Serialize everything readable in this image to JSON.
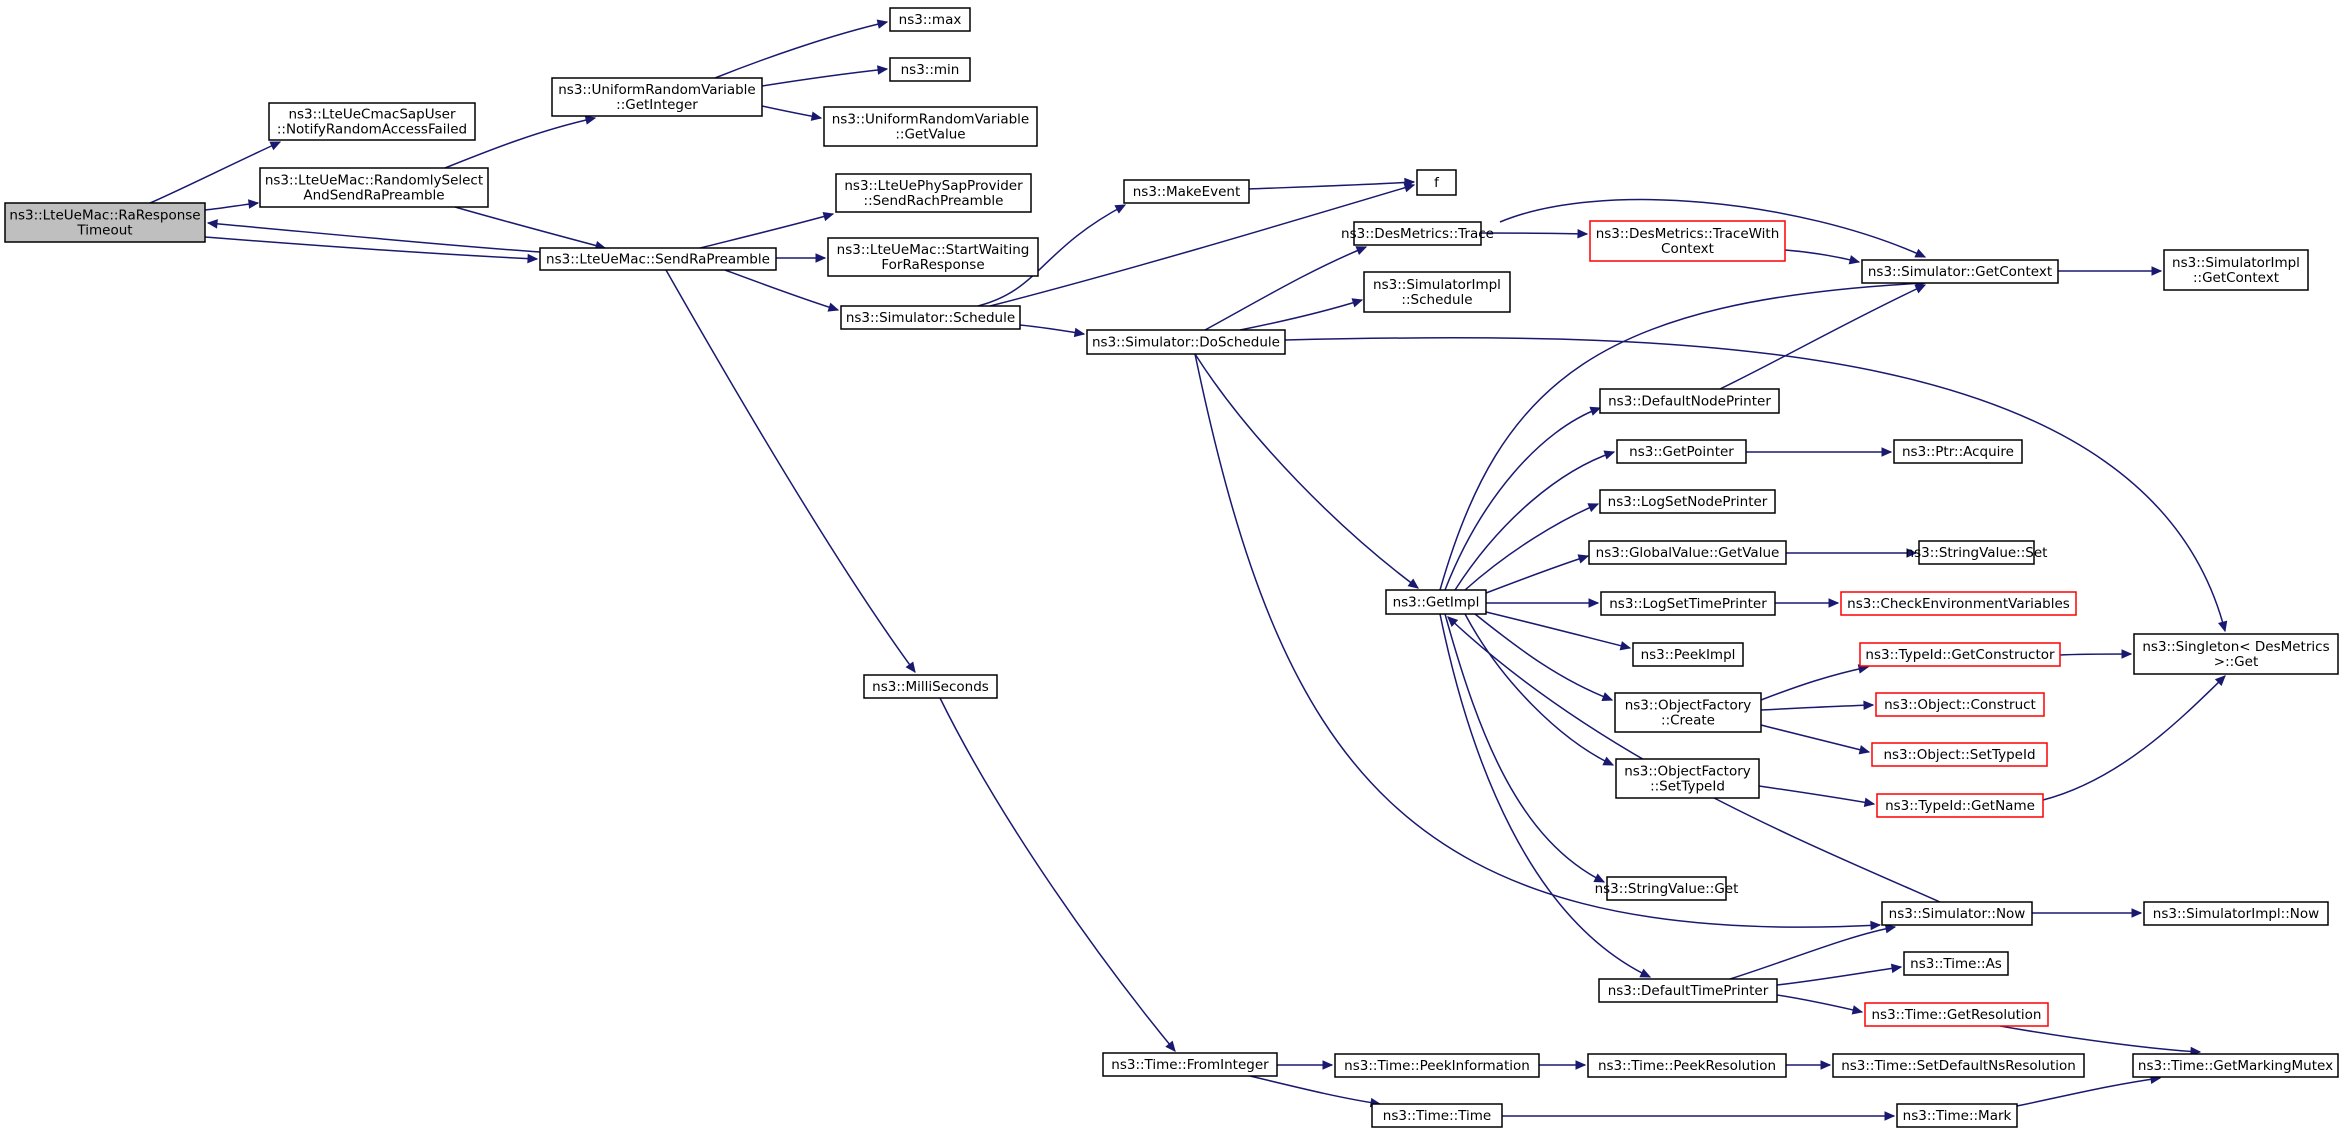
{
  "diagram": {
    "type": "call-graph",
    "colors": {
      "edge": "#191970",
      "root_fill": "#bfbfbf",
      "truncated_border": "#ff0000"
    },
    "nodes": [
      {
        "id": "rart",
        "lines": [
          "ns3::LteUeMac::RaResponse",
          "Timeout"
        ],
        "root": true
      },
      {
        "id": "notify",
        "lines": [
          "ns3::LteUeCmacSapUser",
          "::NotifyRandomAccessFailed"
        ]
      },
      {
        "id": "rsend",
        "lines": [
          "ns3::LteUeMac::RandomlySelect",
          "AndSendRaPreamble"
        ]
      },
      {
        "id": "urvgi",
        "lines": [
          "ns3::UniformRandomVariable",
          "::GetInteger"
        ]
      },
      {
        "id": "max",
        "lines": [
          "ns3::max"
        ]
      },
      {
        "id": "min",
        "lines": [
          "ns3::min"
        ]
      },
      {
        "id": "urvgv",
        "lines": [
          "ns3::UniformRandomVariable",
          "::GetValue"
        ]
      },
      {
        "id": "srp",
        "lines": [
          "ns3::LteUeMac::SendRaPreamble"
        ]
      },
      {
        "id": "srach",
        "lines": [
          "ns3::LteUePhySapProvider",
          "::SendRachPreamble"
        ]
      },
      {
        "id": "swait",
        "lines": [
          "ns3::LteUeMac::StartWaiting",
          "ForRaResponse"
        ]
      },
      {
        "id": "sched",
        "lines": [
          "ns3::Simulator::Schedule"
        ]
      },
      {
        "id": "mkev",
        "lines": [
          "ns3::MakeEvent"
        ]
      },
      {
        "id": "f",
        "lines": [
          "f"
        ]
      },
      {
        "id": "dssch",
        "lines": [
          "ns3::Simulator::DoSchedule"
        ]
      },
      {
        "id": "dmt",
        "lines": [
          "ns3::DesMetrics::Trace"
        ]
      },
      {
        "id": "dmtwc",
        "lines": [
          "ns3::DesMetrics::TraceWith",
          "Context"
        ],
        "truncated": true
      },
      {
        "id": "simpls",
        "lines": [
          "ns3::SimulatorImpl",
          "::Schedule"
        ]
      },
      {
        "id": "sgc",
        "lines": [
          "ns3::Simulator::GetContext"
        ]
      },
      {
        "id": "simplgc",
        "lines": [
          "ns3::SimulatorImpl",
          "::GetContext"
        ]
      },
      {
        "id": "dnp",
        "lines": [
          "ns3::DefaultNodePrinter"
        ]
      },
      {
        "id": "gptr",
        "lines": [
          "ns3::GetPointer"
        ]
      },
      {
        "id": "pacq",
        "lines": [
          "ns3::Ptr::Acquire"
        ]
      },
      {
        "id": "lsnp",
        "lines": [
          "ns3::LogSetNodePrinter"
        ]
      },
      {
        "id": "ggv",
        "lines": [
          "ns3::GlobalValue::GetValue"
        ]
      },
      {
        "id": "svset",
        "lines": [
          "ns3::StringValue::Set"
        ]
      },
      {
        "id": "geti",
        "lines": [
          "ns3::GetImpl"
        ]
      },
      {
        "id": "lstp",
        "lines": [
          "ns3::LogSetTimePrinter"
        ]
      },
      {
        "id": "cev",
        "lines": [
          "ns3::CheckEnvironmentVariables"
        ],
        "truncated": true
      },
      {
        "id": "peek",
        "lines": [
          "ns3::PeekImpl"
        ]
      },
      {
        "id": "tgc",
        "lines": [
          "ns3::TypeId::GetConstructor"
        ],
        "truncated": true
      },
      {
        "id": "sgl",
        "lines": [
          "ns3::Singleton< DesMetrics",
          " >::Get"
        ]
      },
      {
        "id": "ofc",
        "lines": [
          "ns3::ObjectFactory",
          "::Create"
        ]
      },
      {
        "id": "objc",
        "lines": [
          "ns3::Object::Construct"
        ],
        "truncated": true
      },
      {
        "id": "objst",
        "lines": [
          "ns3::Object::SetTypeId"
        ],
        "truncated": true
      },
      {
        "id": "ofst",
        "lines": [
          "ns3::ObjectFactory",
          "::SetTypeId"
        ]
      },
      {
        "id": "tgn",
        "lines": [
          "ns3::TypeId::GetName"
        ],
        "truncated": true
      },
      {
        "id": "svget",
        "lines": [
          "ns3::StringValue::Get"
        ]
      },
      {
        "id": "ms",
        "lines": [
          "ns3::MilliSeconds"
        ]
      },
      {
        "id": "snow",
        "lines": [
          "ns3::Simulator::Now"
        ]
      },
      {
        "id": "simpln",
        "lines": [
          "ns3::SimulatorImpl::Now"
        ]
      },
      {
        "id": "tas",
        "lines": [
          "ns3::Time::As"
        ]
      },
      {
        "id": "dtp",
        "lines": [
          "ns3::DefaultTimePrinter"
        ]
      },
      {
        "id": "tgr",
        "lines": [
          "ns3::Time::GetResolution"
        ],
        "truncated": true
      },
      {
        "id": "tfi",
        "lines": [
          "ns3::Time::FromInteger"
        ]
      },
      {
        "id": "tpi",
        "lines": [
          "ns3::Time::PeekInformation"
        ]
      },
      {
        "id": "tpr",
        "lines": [
          "ns3::Time::PeekResolution"
        ]
      },
      {
        "id": "tsdr",
        "lines": [
          "ns3::Time::SetDefaultNsResolution"
        ]
      },
      {
        "id": "tgmm",
        "lines": [
          "ns3::Time::GetMarkingMutex"
        ]
      },
      {
        "id": "ttime",
        "lines": [
          "ns3::Time::Time"
        ]
      },
      {
        "id": "tmark",
        "lines": [
          "ns3::Time::Mark"
        ]
      }
    ],
    "edges": [
      {
        "from": "rart",
        "to": "notify"
      },
      {
        "from": "rart",
        "to": "rsend"
      },
      {
        "from": "rart",
        "to": "srp"
      },
      {
        "from": "srp",
        "to": "rart"
      },
      {
        "from": "rsend",
        "to": "urvgi"
      },
      {
        "from": "rsend",
        "to": "srp"
      },
      {
        "from": "urvgi",
        "to": "max"
      },
      {
        "from": "urvgi",
        "to": "min"
      },
      {
        "from": "urvgi",
        "to": "urvgv"
      },
      {
        "from": "srp",
        "to": "srach"
      },
      {
        "from": "srp",
        "to": "swait"
      },
      {
        "from": "srp",
        "to": "sched"
      },
      {
        "from": "srp",
        "to": "ms"
      },
      {
        "from": "sched",
        "to": "mkev"
      },
      {
        "from": "sched",
        "to": "f"
      },
      {
        "from": "sched",
        "to": "dssch"
      },
      {
        "from": "mkev",
        "to": "f"
      },
      {
        "from": "dssch",
        "to": "dmt"
      },
      {
        "from": "dssch",
        "to": "simpls"
      },
      {
        "from": "dssch",
        "to": "geti"
      },
      {
        "from": "dssch",
        "to": "sgl"
      },
      {
        "from": "dssch",
        "to": "snow"
      },
      {
        "from": "dmt",
        "to": "dmtwc"
      },
      {
        "from": "dmt",
        "to": "sgc"
      },
      {
        "from": "dmtwc",
        "to": "sgc"
      },
      {
        "from": "sgc",
        "to": "simplgc"
      },
      {
        "from": "geti",
        "to": "sgc"
      },
      {
        "from": "geti",
        "to": "dnp"
      },
      {
        "from": "geti",
        "to": "gptr"
      },
      {
        "from": "geti",
        "to": "lsnp"
      },
      {
        "from": "geti",
        "to": "ggv"
      },
      {
        "from": "geti",
        "to": "lstp"
      },
      {
        "from": "geti",
        "to": "peek"
      },
      {
        "from": "geti",
        "to": "ofc"
      },
      {
        "from": "geti",
        "to": "ofst"
      },
      {
        "from": "geti",
        "to": "svget"
      },
      {
        "from": "geti",
        "to": "dtp"
      },
      {
        "from": "dnp",
        "to": "sgc"
      },
      {
        "from": "gptr",
        "to": "pacq"
      },
      {
        "from": "ggv",
        "to": "svset"
      },
      {
        "from": "lstp",
        "to": "cev"
      },
      {
        "from": "ofc",
        "to": "tgc"
      },
      {
        "from": "ofc",
        "to": "objc"
      },
      {
        "from": "ofc",
        "to": "objst"
      },
      {
        "from": "ofst",
        "to": "tgn"
      },
      {
        "from": "tgc",
        "to": "sgl"
      },
      {
        "from": "tgn",
        "to": "sgl"
      },
      {
        "from": "snow",
        "to": "geti"
      },
      {
        "from": "snow",
        "to": "simpln"
      },
      {
        "from": "dtp",
        "to": "snow"
      },
      {
        "from": "dtp",
        "to": "tas"
      },
      {
        "from": "dtp",
        "to": "tgr"
      },
      {
        "from": "tgr",
        "to": "tgmm"
      },
      {
        "from": "ms",
        "to": "tfi"
      },
      {
        "from": "tfi",
        "to": "tpi"
      },
      {
        "from": "tfi",
        "to": "ttime"
      },
      {
        "from": "tpi",
        "to": "tpr"
      },
      {
        "from": "tpr",
        "to": "tsdr"
      },
      {
        "from": "ttime",
        "to": "tmark"
      },
      {
        "from": "tmark",
        "to": "tgmm"
      }
    ]
  }
}
